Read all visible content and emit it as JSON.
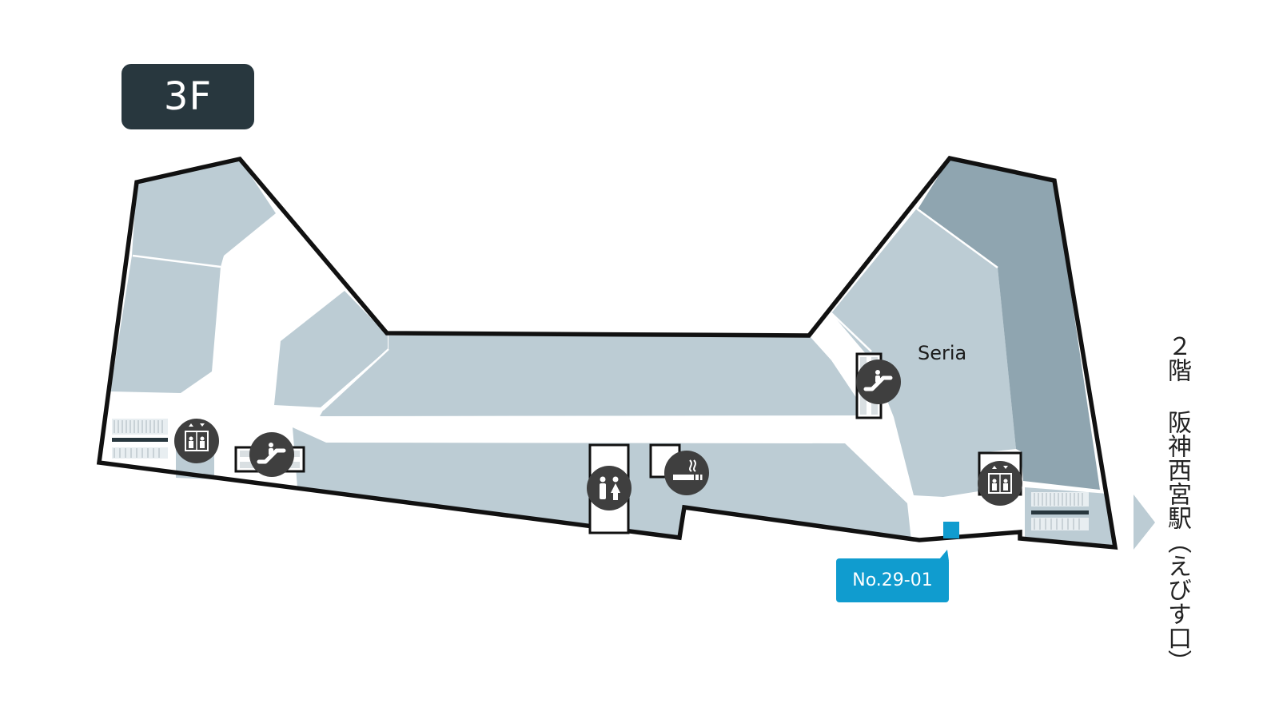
{
  "floor": {
    "label": "3F"
  },
  "stores": [
    {
      "name": "Seria"
    }
  ],
  "location": {
    "label": "No.29-01"
  },
  "exit": {
    "text": "２階 阪神西宮駅（えびす口）"
  },
  "icons": [
    "elevator-icon",
    "escalator-icon",
    "restroom-icon",
    "smoking-area-icon",
    "escalator-icon",
    "elevator-icon",
    "exit-arrow-icon"
  ],
  "colors": {
    "floor_badge": "#28373e",
    "corridor": "#ffffff",
    "shop_light": "#bcccd4",
    "shop_dark": "#8fa5b0",
    "wall": "#111111",
    "icon_circle": "#3f3f3f",
    "location_marker": "#109ccf",
    "exit_arrow": "#bcccd4"
  }
}
